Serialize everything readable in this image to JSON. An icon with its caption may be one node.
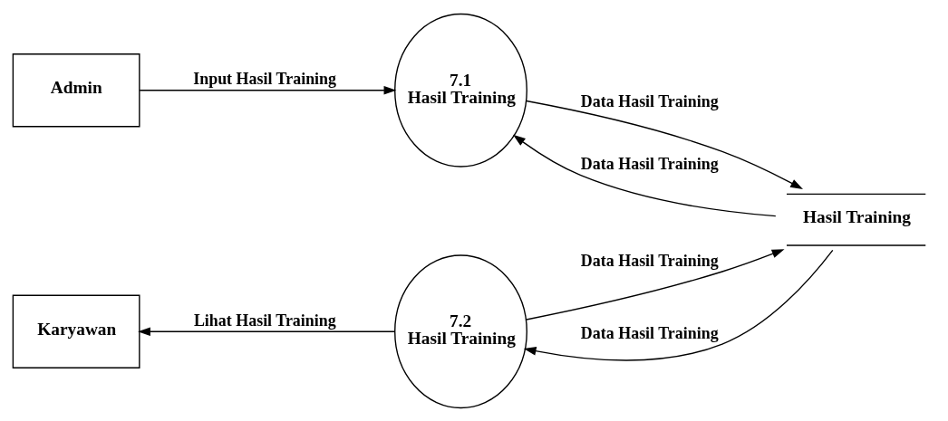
{
  "diagram": {
    "nodes": [
      {
        "text": [
          "Admin"
        ]
      },
      {
        "text": [
          "7.1",
          "Hasil Training"
        ]
      },
      {
        "text": [
          "Hasil Training"
        ]
      },
      {
        "text": [
          "Karyawan"
        ]
      },
      {
        "text": [
          "7.2",
          "Hasil Training"
        ]
      }
    ],
    "edges": [
      {
        "from": 0,
        "to": 1,
        "arrow": "to",
        "label": "Input Hasil Training"
      },
      {
        "from": 1,
        "to": 2,
        "arrow": "to",
        "label": "Data Hasil Training"
      },
      {
        "from": 2,
        "to": 1,
        "arrow": "to",
        "label": "Data Hasil Training"
      },
      {
        "from": 4,
        "to": 2,
        "arrow": "to",
        "label": "Data Hasil Training"
      },
      {
        "from": 2,
        "to": 4,
        "arrow": "to",
        "label": "Data Hasil Training"
      },
      {
        "from": 4,
        "to": 3,
        "arrow": "to",
        "label": "Lihat Hasil Training"
      }
    ]
  }
}
